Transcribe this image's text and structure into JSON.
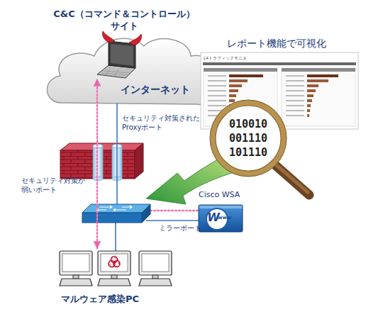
{
  "diagram": {
    "nodes": [
      {
        "text": [
          "インターネット"
        ]
      },
      {
        "text": [
          "C&C（コマンド＆コントロール） サイト"
        ],
        "in": 0
      },
      {
        "text": [
          "レポート機能で可視化",
          "L4トラフィックモニタ"
        ]
      },
      {
        "text": [
          "010010 001110 101110"
        ]
      },
      {
        "text": [
          "Cisco WSA",
          "W",
          "www"
        ]
      },
      {
        "text": [
          "マルウェア感染PC"
        ]
      }
    ],
    "edges": [
      {
        "from": 5,
        "to": 1,
        "arrow": "both"
      }
    ],
    "labels": [
      "セキュリティ対策された Proxyポート",
      "セキュリティ対策が 弱いポート",
      "ミラーポート"
    ]
  }
}
